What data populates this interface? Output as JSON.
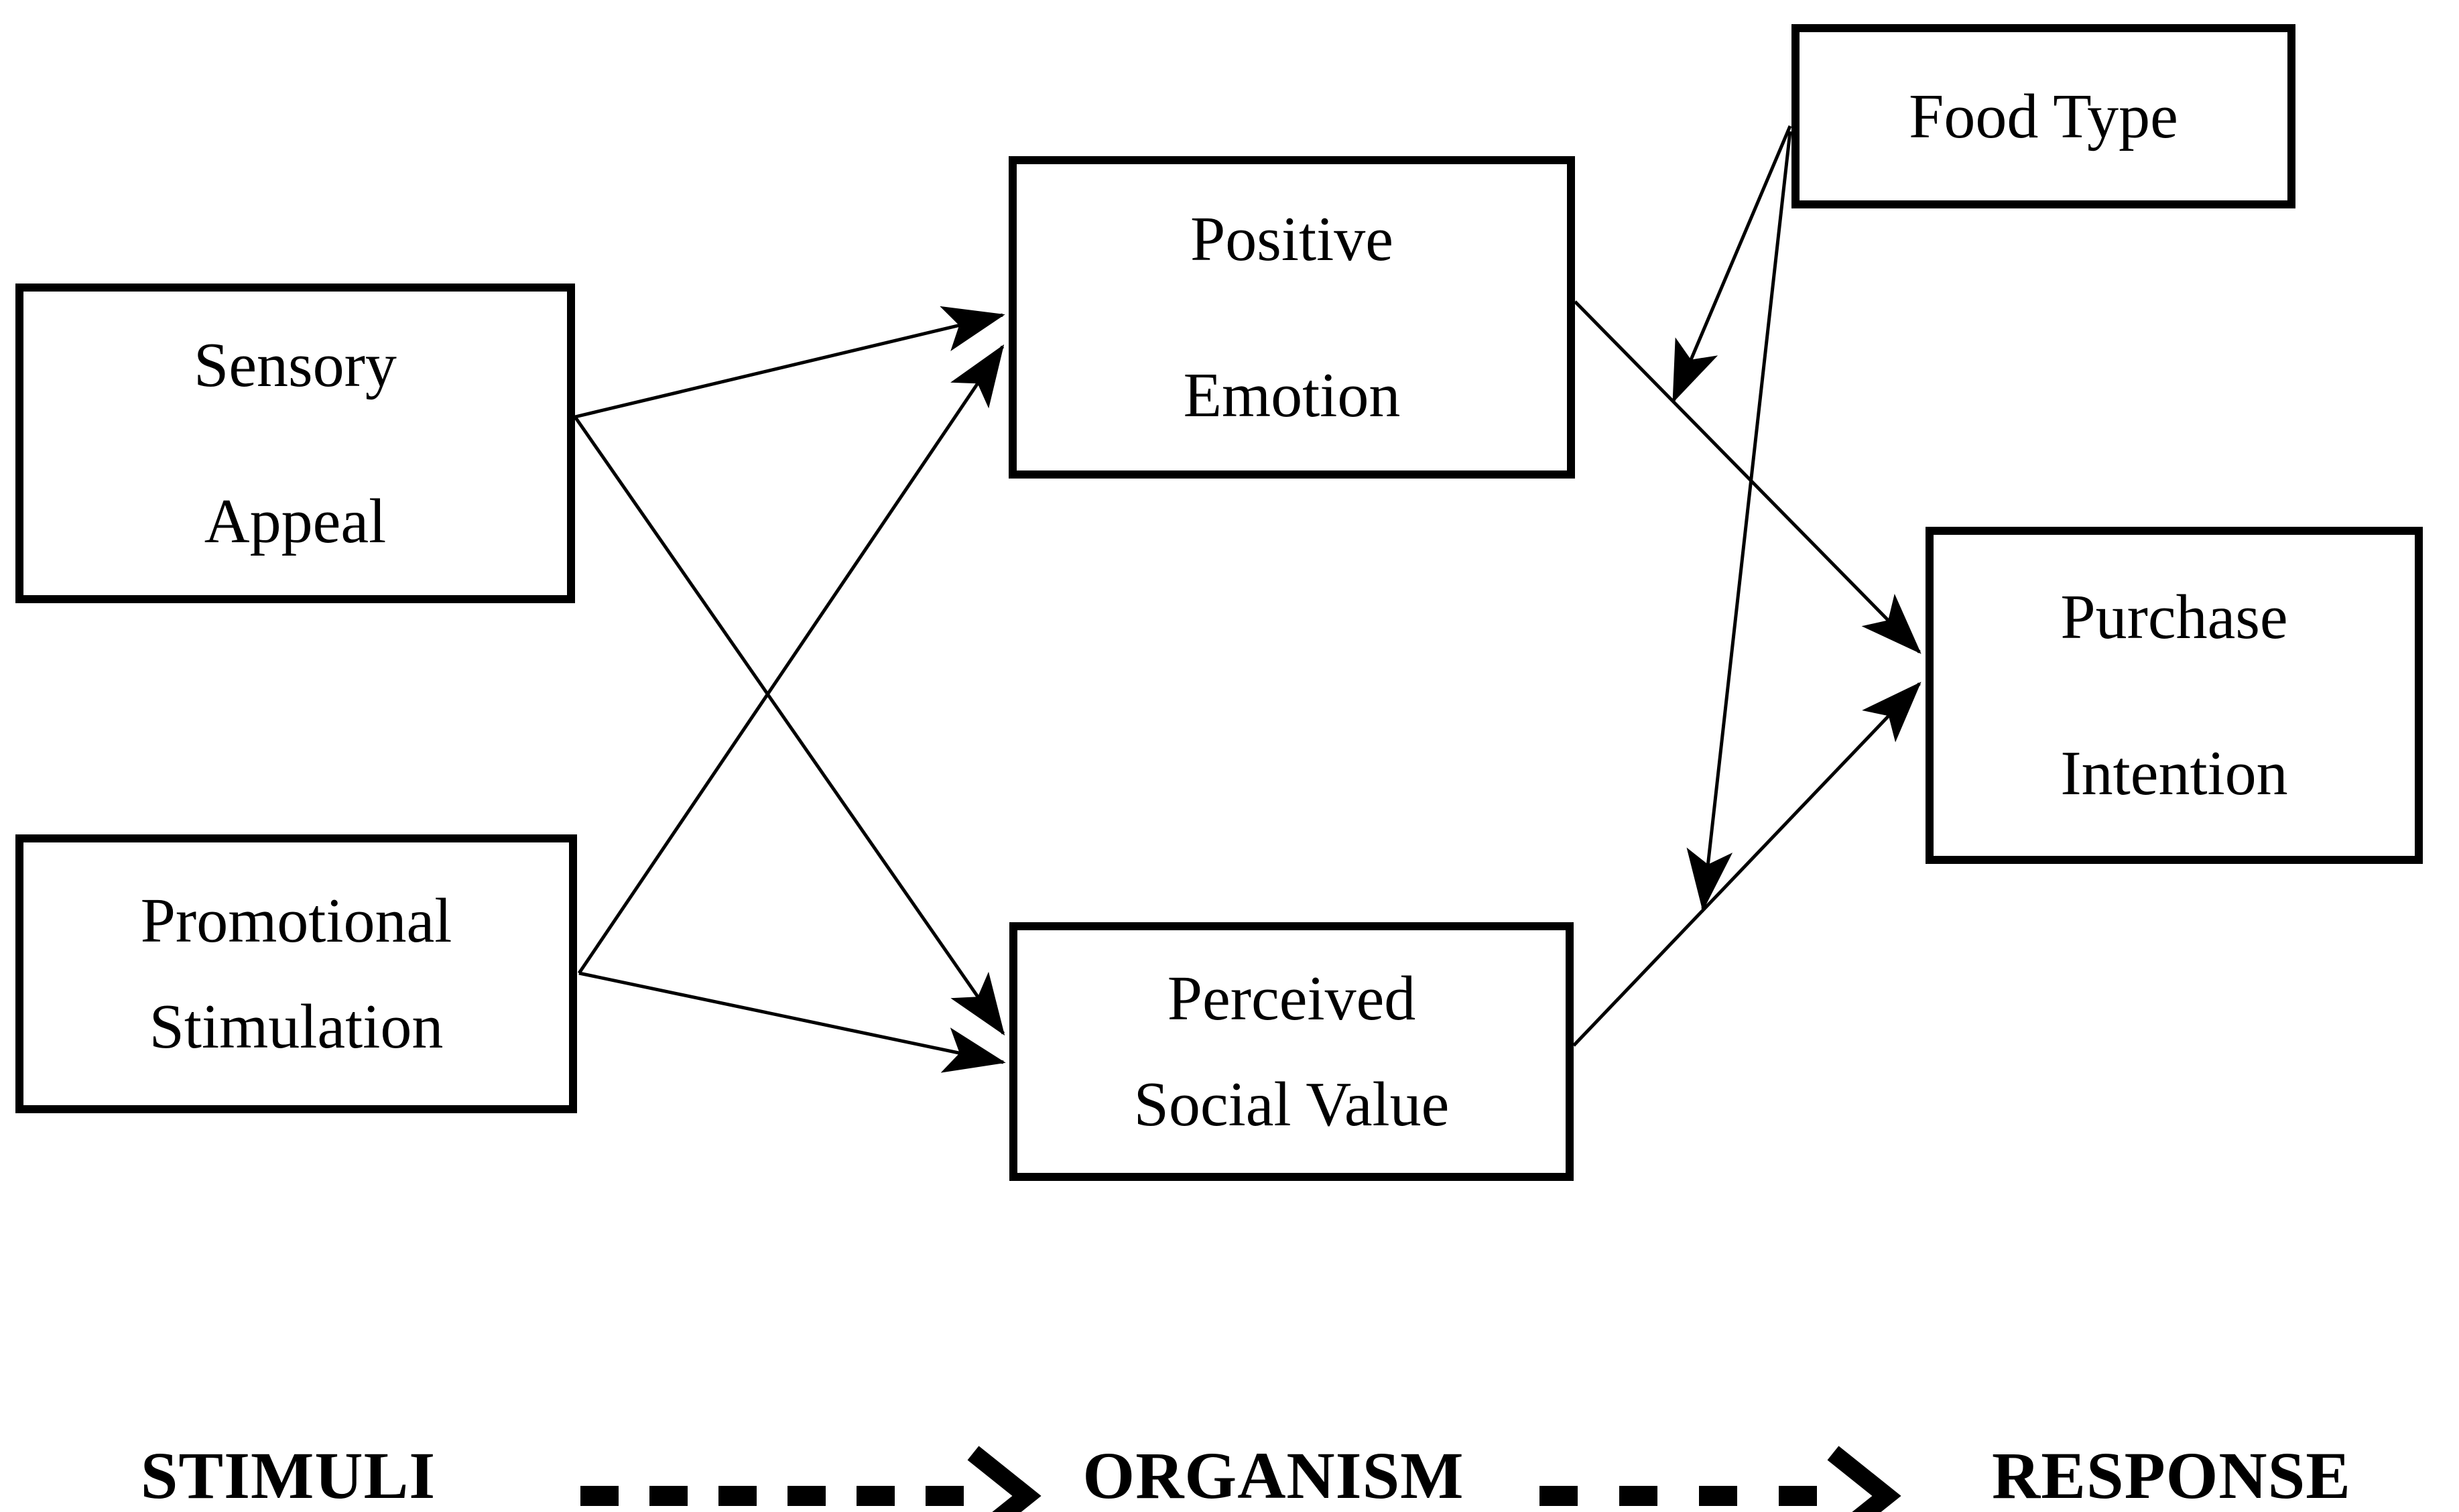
{
  "colors": {
    "ink": "#000000",
    "background": "#ffffff"
  },
  "nodes": {
    "sensory_appeal": {
      "line1": "Sensory",
      "line2": "Appeal"
    },
    "promotional_stimulation": {
      "line1": "Promotional",
      "line2": "Stimulation"
    },
    "positive_emotion": {
      "line1": "Positive",
      "line2": "Emotion"
    },
    "perceived_social_value": {
      "line1": "Perceived",
      "line2": "Social Value"
    },
    "food_type": {
      "label": "Food Type"
    },
    "purchase_intention": {
      "line1": "Purchase",
      "line2": "Intention"
    }
  },
  "framework_row": {
    "stimuli": "STIMULI",
    "organism": "ORGANISM",
    "response": "RESPONSE"
  },
  "edges": [
    {
      "from": "Sensory Appeal",
      "to": "Positive Emotion",
      "style": "solid-arrow"
    },
    {
      "from": "Sensory Appeal",
      "to": "Perceived Social Value",
      "style": "solid-arrow"
    },
    {
      "from": "Promotional Stimulation",
      "to": "Positive Emotion",
      "style": "solid-arrow"
    },
    {
      "from": "Promotional Stimulation",
      "to": "Perceived Social Value",
      "style": "solid-arrow"
    },
    {
      "from": "Positive Emotion",
      "to": "Purchase Intention",
      "style": "solid-arrow"
    },
    {
      "from": "Perceived Social Value",
      "to": "Purchase Intention",
      "style": "solid-arrow"
    },
    {
      "from": "Food Type",
      "to": "Positive Emotion-Purchase Intention path",
      "style": "solid-arrow",
      "role": "moderator"
    },
    {
      "from": "Food Type",
      "to": "Perceived Social Value-Purchase Intention path",
      "style": "solid-arrow",
      "role": "moderator"
    },
    {
      "from": "STIMULI",
      "to": "ORGANISM",
      "style": "dashed-arrow"
    },
    {
      "from": "ORGANISM",
      "to": "RESPONSE",
      "style": "dashed-arrow"
    }
  ]
}
